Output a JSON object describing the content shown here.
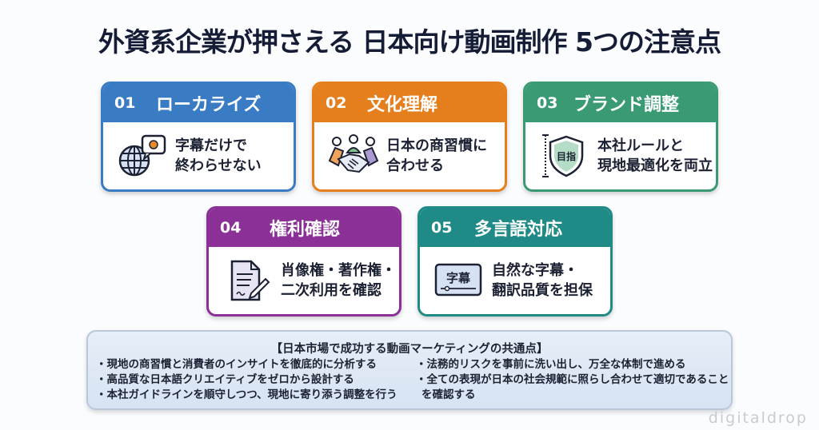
{
  "title": "外資系企業が押さえる 日本向け動画制作 5つの注意点",
  "colors": {
    "card1": "#3a7cc4",
    "card2": "#e57f1e",
    "card3": "#3a9a73",
    "card4": "#8a3096",
    "card5": "#1f8a86"
  },
  "cards": [
    {
      "num": "01",
      "title": "ローカライズ",
      "text": "字幕だけで\n終わらせない",
      "icon": "globe-speech-icon"
    },
    {
      "num": "02",
      "title": "文化理解",
      "text": "日本の商習慣に\n合わせる",
      "icon": "handshake-people-icon"
    },
    {
      "num": "03",
      "title": "ブランド調整",
      "text": "本社ルールと\n現地最適化を両立",
      "icon": "shield-icon",
      "icon_label": "目指"
    },
    {
      "num": "04",
      "title": "権利確認",
      "text": "肖像権・著作権・\n二次利用を確認",
      "icon": "document-pen-icon"
    },
    {
      "num": "05",
      "title": "多言語対応",
      "text": "自然な字幕・\n翻訳品質を担保",
      "icon": "subtitle-icon",
      "icon_label": "字幕"
    }
  ],
  "summary": {
    "title": "【日本市場で成功する動画マーケティングの共通点】",
    "left": [
      "・現地の商習慣と消費者のインサイトを徹底的に分析する",
      "・高品質な日本語クリエイティブをゼロから設計する",
      "・本社ガイドラインを順守しつつ、現地に寄り添う調整を行う"
    ],
    "right": [
      "・法務的リスクを事前に洗い出し、万全な体制で進める",
      "・全ての表現が日本の社会規範に照らし合わせて適切であることを確認する"
    ]
  },
  "watermark": "digitaldrop"
}
